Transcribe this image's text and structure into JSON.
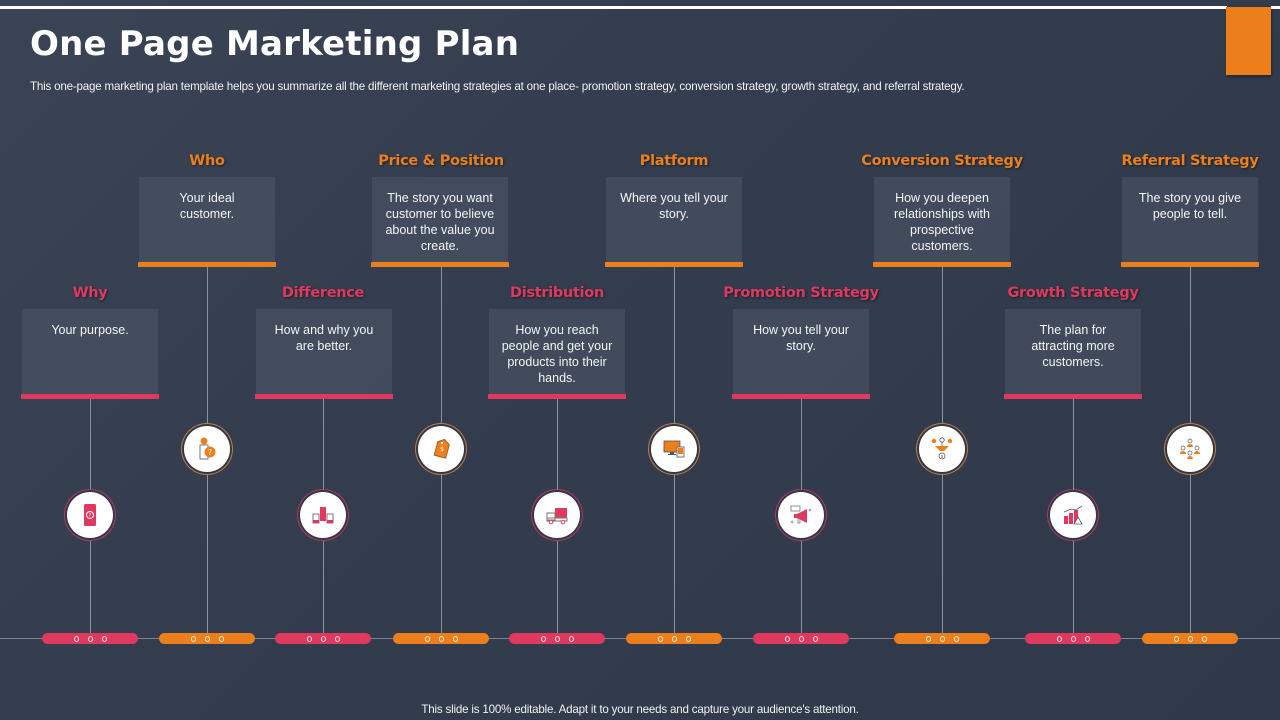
{
  "header": {
    "title": "One Page Marketing Plan",
    "subtitle": "This one-page marketing plan template helps you summarize all the different marketing strategies at one place- promotion strategy, conversion strategy, growth strategy, and referral strategy."
  },
  "footer": {
    "text": "This slide is 100% editable. Adapt it to your needs and capture your audience's attention."
  },
  "colors": {
    "background": "#343e4f",
    "orange": "#ec7f1b",
    "pink": "#e0395f",
    "card": "#454f60",
    "text": "#ffffff"
  },
  "items": [
    {
      "order": 1,
      "row": "bottom",
      "color": "pink",
      "heading": "Why",
      "text": "Your purpose.",
      "icon": "smartphone-question-icon"
    },
    {
      "order": 2,
      "row": "top",
      "color": "orange",
      "heading": "Who",
      "text": "Your ideal customer.",
      "icon": "person-question-icon"
    },
    {
      "order": 3,
      "row": "bottom",
      "color": "pink",
      "heading": "Difference",
      "text": "How and why you are better.",
      "icon": "standout-hands-icon"
    },
    {
      "order": 4,
      "row": "top",
      "color": "orange",
      "heading": "Price & Position",
      "text": "The story you want customer to believe about the value you create.",
      "icon": "price-tag-icon"
    },
    {
      "order": 5,
      "row": "bottom",
      "color": "pink",
      "heading": "Distribution",
      "text": "How you reach people and get your products into their hands.",
      "icon": "delivery-truck-icon"
    },
    {
      "order": 6,
      "row": "top",
      "color": "orange",
      "heading": "Platform",
      "text": "Where you tell your story.",
      "icon": "devices-icon"
    },
    {
      "order": 7,
      "row": "bottom",
      "color": "pink",
      "heading": "Promotion Strategy",
      "text": "How you tell your story.",
      "icon": "megaphone-icon"
    },
    {
      "order": 8,
      "row": "top",
      "color": "orange",
      "heading": "Conversion Strategy",
      "text": "How you deepen relationships with prospective customers.",
      "icon": "funnel-dollar-icon"
    },
    {
      "order": 9,
      "row": "bottom",
      "color": "pink",
      "heading": "Growth Strategy",
      "text": "The plan for attracting more customers.",
      "icon": "growth-chart-icon"
    },
    {
      "order": 10,
      "row": "top",
      "color": "orange",
      "heading": "Referral Strategy",
      "text": "The story you give people to tell.",
      "icon": "network-people-icon"
    }
  ]
}
